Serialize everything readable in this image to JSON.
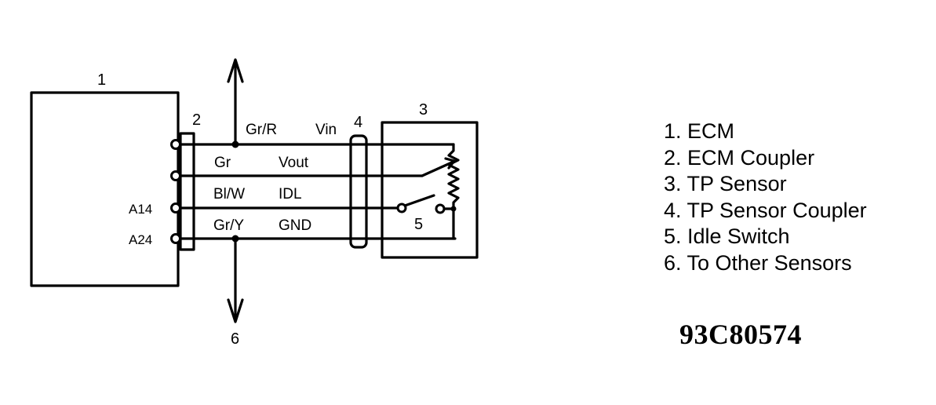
{
  "diagram": {
    "callouts": {
      "ecm": "1",
      "ecm_coupler": "2",
      "tp_sensor": "3",
      "tp_sensor_coupler": "4",
      "idle_switch": "5",
      "other_sensors": "6"
    },
    "wire_labels": {
      "gr_r": "Gr/R",
      "vin": "Vin",
      "gr": "Gr",
      "vout": "Vout",
      "bl_w": "Bl/W",
      "idl": "IDL",
      "gr_y": "Gr/Y",
      "gnd": "GND"
    },
    "pin_labels": {
      "a14": "A14",
      "a24": "A24"
    }
  },
  "legend": [
    "1. ECM",
    "2. ECM Coupler",
    "3. TP Sensor",
    "4. TP Sensor Coupler",
    "5. Idle Switch",
    "6. To Other Sensors"
  ],
  "figure_code": "93C80574",
  "colors": {
    "ink": "#000000",
    "paper": "#ffffff"
  }
}
